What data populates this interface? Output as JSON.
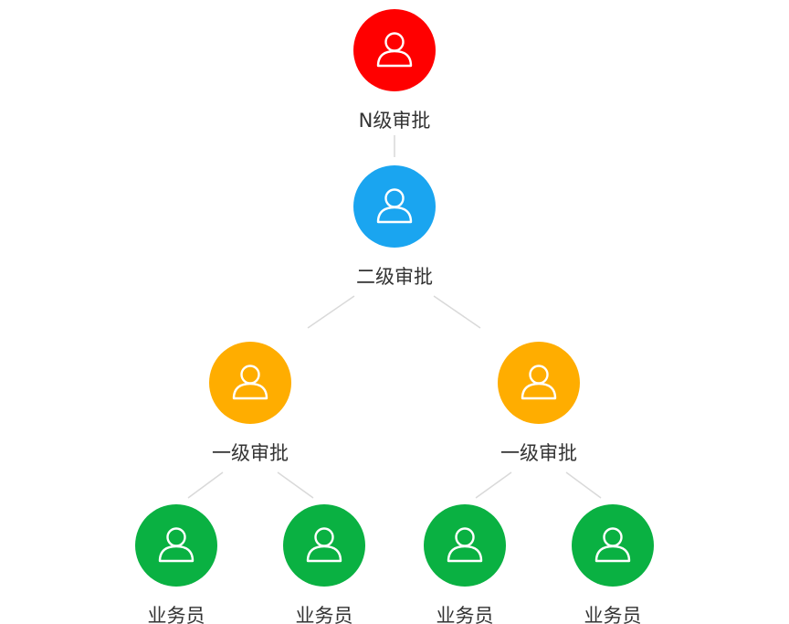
{
  "levels": {
    "n_approval": {
      "label": "N级审批",
      "color": "#ff0000"
    },
    "level2_approval": {
      "label": "二级审批",
      "color": "#1aa5f0"
    },
    "level1_approval": {
      "label": "一级审批",
      "color": "#ffad00"
    },
    "staff": {
      "label": "业务员",
      "color": "#0ab142"
    }
  },
  "nodes": [
    {
      "id": "n-approval",
      "level": "n_approval",
      "icon": "person-icon"
    },
    {
      "id": "level2-approval",
      "level": "level2_approval",
      "icon": "person-icon"
    },
    {
      "id": "level1-approval-left",
      "level": "level1_approval",
      "icon": "person-icon"
    },
    {
      "id": "level1-approval-right",
      "level": "level1_approval",
      "icon": "person-icon"
    },
    {
      "id": "staff-1",
      "level": "staff",
      "icon": "person-icon"
    },
    {
      "id": "staff-2",
      "level": "staff",
      "icon": "person-icon"
    },
    {
      "id": "staff-3",
      "level": "staff",
      "icon": "person-icon"
    },
    {
      "id": "staff-4",
      "level": "staff",
      "icon": "person-icon"
    }
  ],
  "edges": [
    {
      "from": "n-approval",
      "to": "level2-approval"
    },
    {
      "from": "level2-approval",
      "to": "level1-approval-left"
    },
    {
      "from": "level2-approval",
      "to": "level1-approval-right"
    },
    {
      "from": "level1-approval-left",
      "to": "staff-1"
    },
    {
      "from": "level1-approval-left",
      "to": "staff-2"
    },
    {
      "from": "level1-approval-right",
      "to": "staff-3"
    },
    {
      "from": "level1-approval-right",
      "to": "staff-4"
    }
  ]
}
